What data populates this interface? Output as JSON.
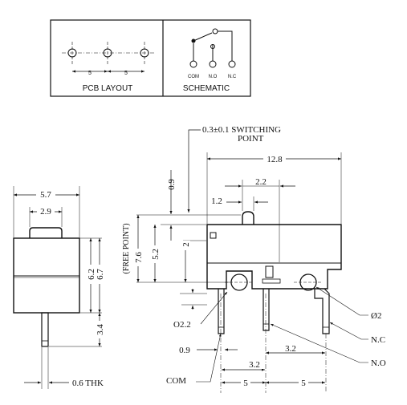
{
  "legend_box": {
    "pcb_label": "PCB LAYOUT",
    "pcb_dim_left": "5",
    "pcb_dim_right": "5",
    "schematic_label": "SCHEMATIC",
    "pin_com": "COM",
    "pin_no": "N.O",
    "pin_nc": "N.C"
  },
  "side_view": {
    "width_top": "5.7",
    "width_actuator": "2.9",
    "height_inner": "6.2",
    "height_outer": "6.7",
    "pin_length": "3.4",
    "thickness": "0.6 THK"
  },
  "front_view": {
    "switching_point_line1": "0.3±0.1 SWITCHING",
    "switching_point_line2": "POINT",
    "overall_width": "12.8",
    "actuator_offset": "0.9",
    "actuator_width": "2.2",
    "actuator_pos": "1.2",
    "free_point_label": "(FREE POINT)",
    "free_point_height": "7.6",
    "dim_5_2": "5.2",
    "dim_2": "2",
    "hole_dia": "Ø2",
    "pin_slot": "O2.2",
    "pin_nc_label": "N.C",
    "pin_no_label": "N.O",
    "pin_com_label": "COM",
    "dim_0_9": "0.9",
    "dim_3_2_left": "3.2",
    "dim_3_2_right": "3.2",
    "pitch_left": "5",
    "pitch_right": "5"
  }
}
